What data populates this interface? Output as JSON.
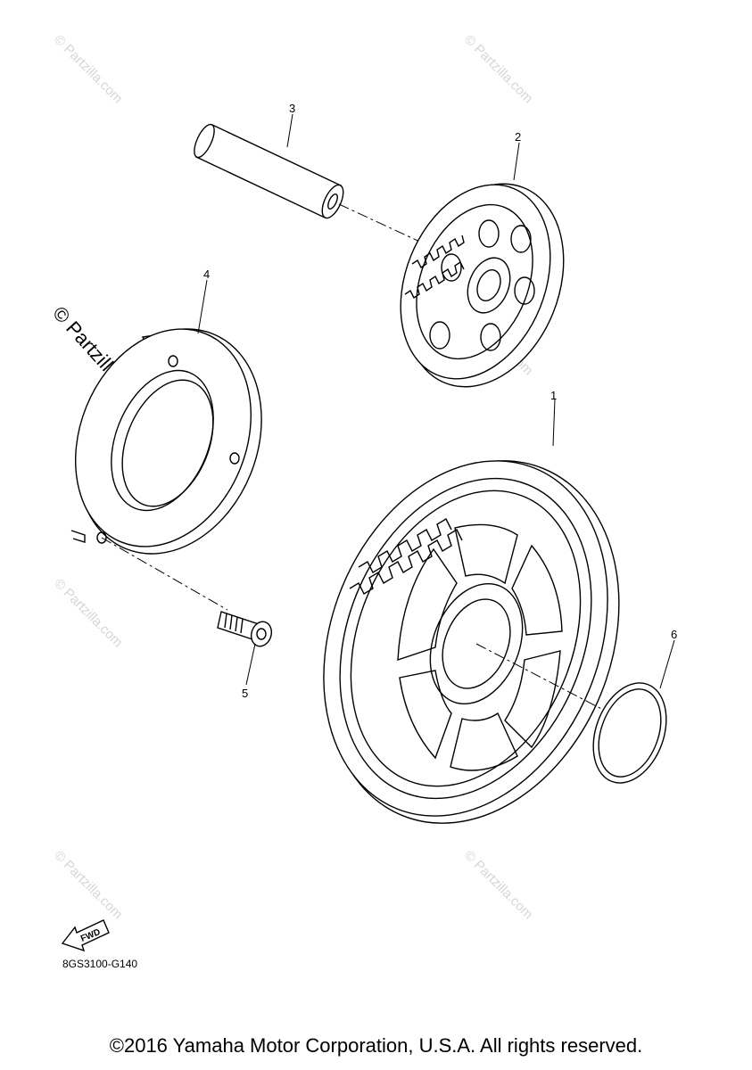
{
  "watermarks": {
    "small": "© Partzilla.com",
    "large": "© Partzilla.com"
  },
  "callouts": [
    "1",
    "2",
    "3",
    "4",
    "5",
    "6"
  ],
  "fwd_label": "FWD",
  "diagram_code": "8GS3100-G140",
  "copyright": "©2016 Yamaha Motor Corporation, U.S.A. All rights reserved."
}
